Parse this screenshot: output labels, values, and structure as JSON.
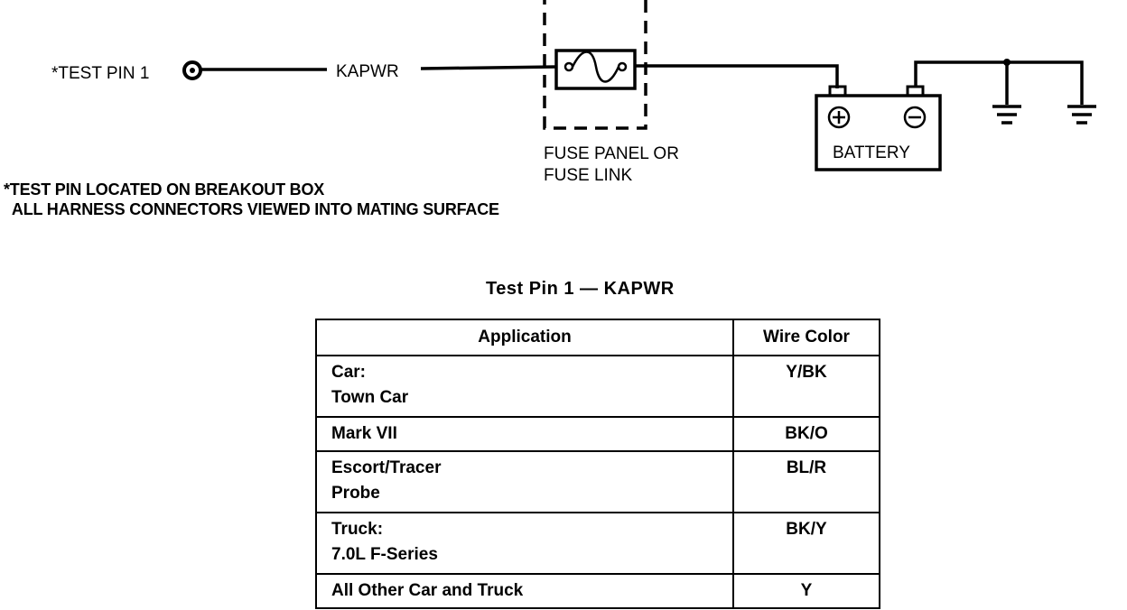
{
  "diagram": {
    "test_pin_label": "*TEST PIN 1",
    "circuit_label": "KAPWR",
    "fuse_label": [
      "FUSE PANEL OR",
      "FUSE LINK"
    ],
    "battery_label": "BATTERY",
    "battery_plus_icon": "plus-circle-icon",
    "battery_minus_icon": "minus-circle-icon",
    "ground_icon": "ground-icon"
  },
  "notes": [
    "*TEST PIN LOCATED ON BREAKOUT BOX",
    "  ALL HARNESS CONNECTORS VIEWED INTO MATING SURFACE"
  ],
  "table": {
    "title": "Test Pin 1 — KAPWR",
    "headers": [
      "Application",
      "Wire Color"
    ],
    "rows": [
      {
        "application": [
          "Car:",
          "Town Car"
        ],
        "wire_color": "Y/BK"
      },
      {
        "application": [
          "Mark VII"
        ],
        "wire_color": "BK/O"
      },
      {
        "application": [
          "Escort/Tracer",
          "Probe"
        ],
        "wire_color": "BL/R"
      },
      {
        "application": [
          "Truck:",
          "7.0L F-Series"
        ],
        "wire_color": "BK/Y"
      },
      {
        "application": [
          "All Other Car and Truck"
        ],
        "wire_color": "Y"
      }
    ]
  }
}
